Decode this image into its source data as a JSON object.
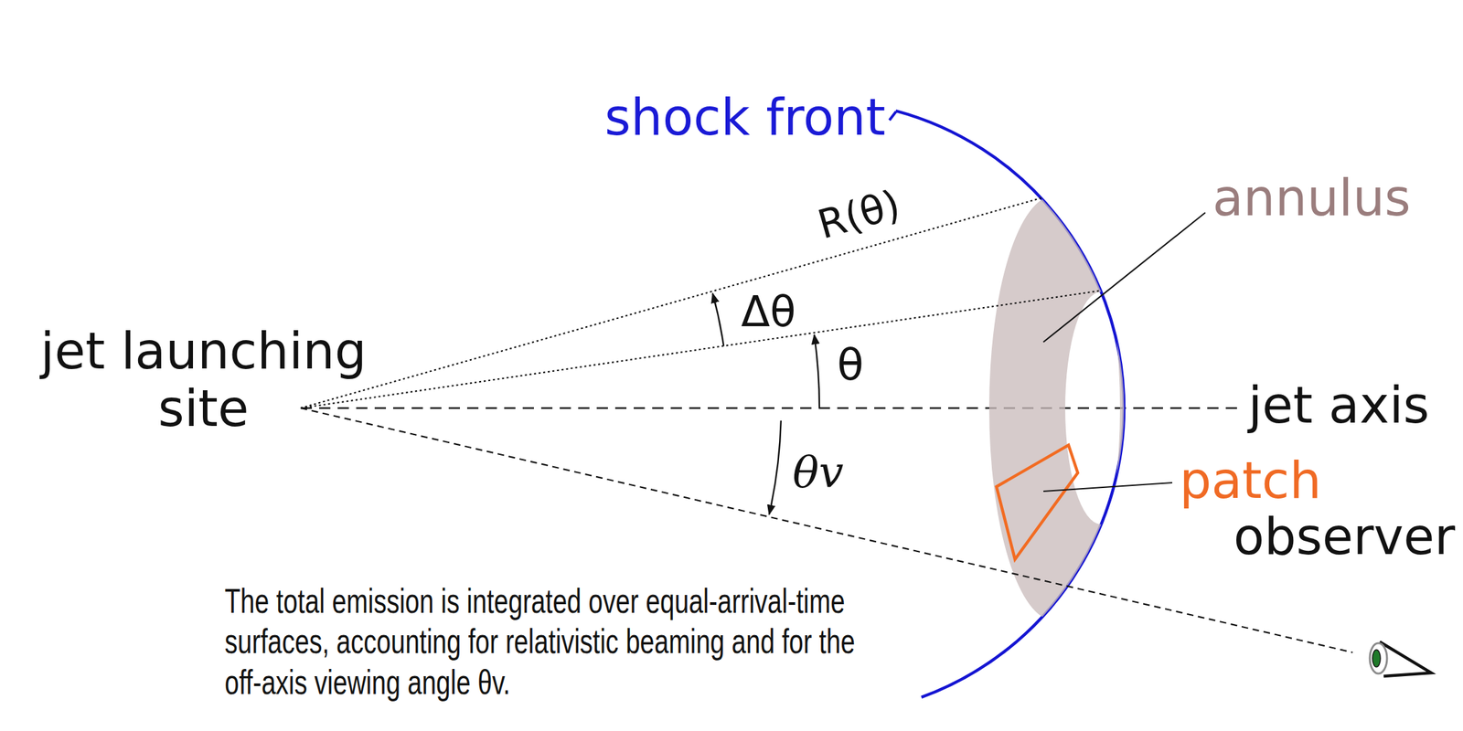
{
  "diagram": {
    "caption": "The total emission is integrated over equal-arrival-time surfaces, accounting for relativistic beaming and for the off-axis viewing angle θv.",
    "labels": [
      "shock front",
      "annulus",
      "R(θ)",
      "Δθ",
      "jet launching site",
      "θ",
      "jet axis",
      "θv",
      "patch",
      "observer"
    ]
  }
}
